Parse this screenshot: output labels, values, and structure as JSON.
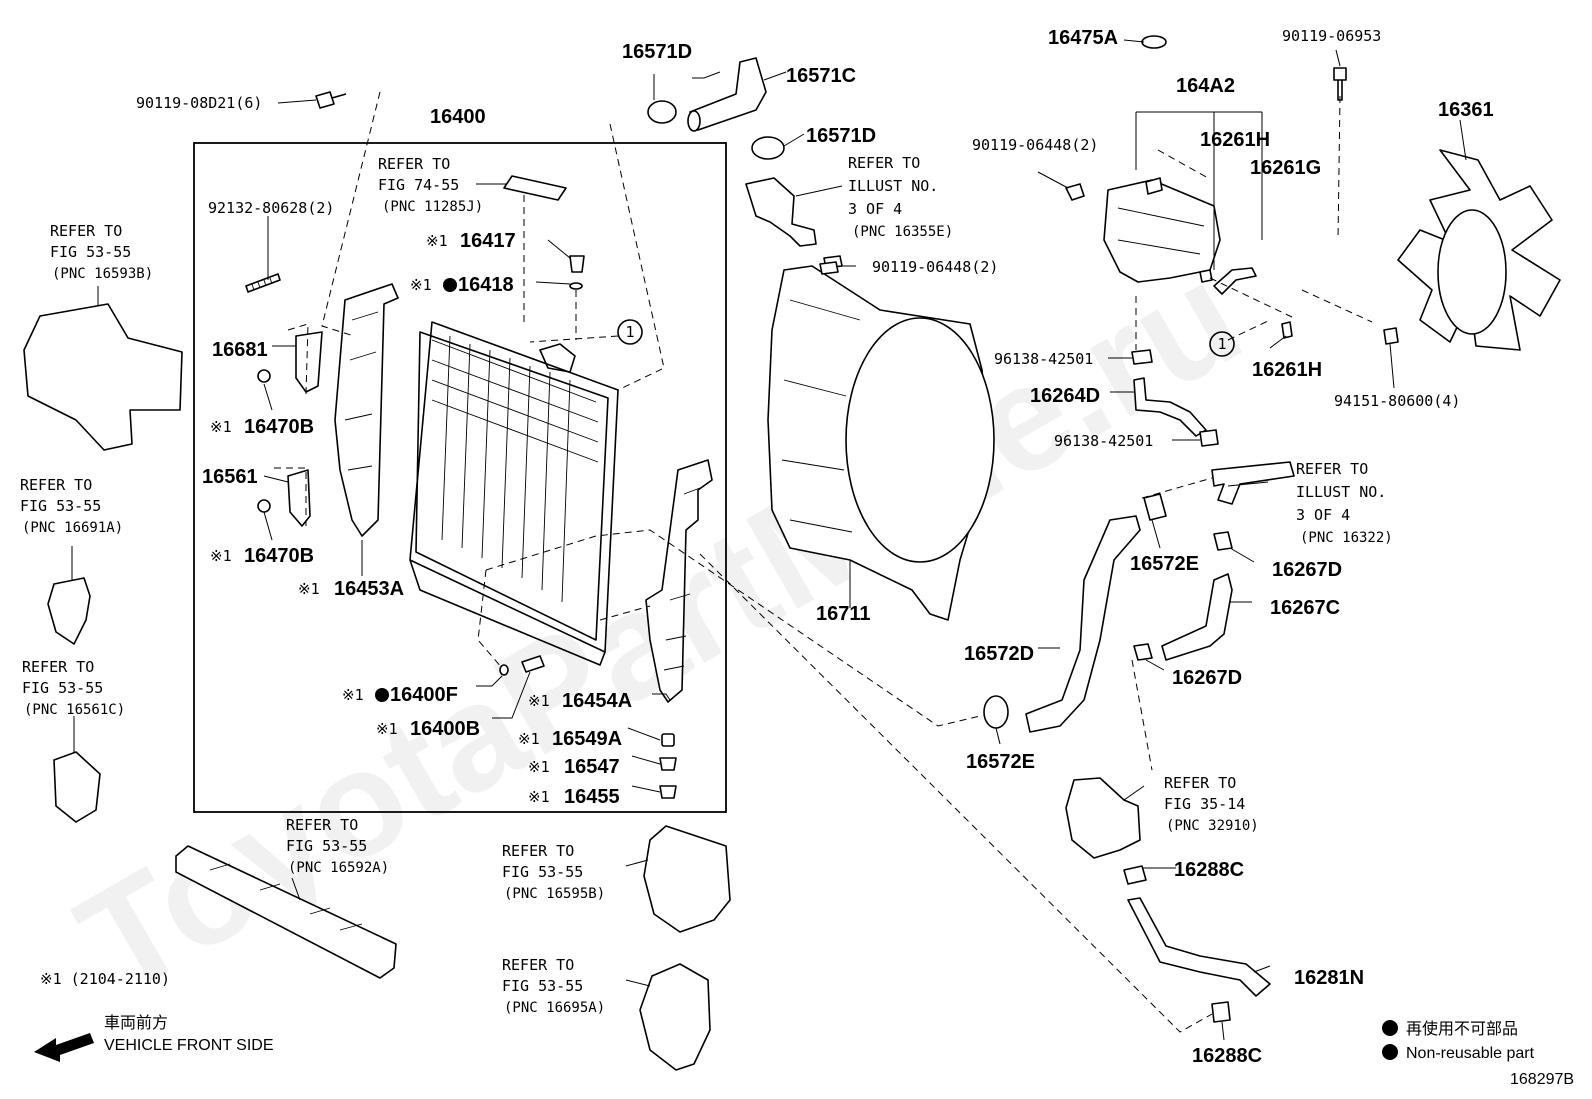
{
  "labels": {
    "p90119_08D21": "90119-08D21(6)",
    "p16400": "16400",
    "p16571D_a": "16571D",
    "p16571C": "16571C",
    "p16571D_b": "16571D",
    "p16475A": "16475A",
    "p90119_06953": "90119-06953",
    "p164A2": "164A2",
    "p16361": "16361",
    "p90119_06448_a": "90119-06448(2)",
    "p16261H_a": "16261H",
    "p16261G": "16261G",
    "p90119_06448_b": "90119-06448(2)",
    "p92132_80628": "92132-80628(2)",
    "p16417": "16417",
    "p16418": "16418",
    "p16681": "16681",
    "p16470B_a": "16470B",
    "p16561": "16561",
    "p16470B_b": "16470B",
    "p16453A": "16453A",
    "p96138_42501_a": "96138-42501",
    "p16261H_b": "16261H",
    "p94151_80600": "94151-80600(4)",
    "p16264D": "16264D",
    "p96138_42501_b": "96138-42501",
    "p16572E_a": "16572E",
    "p16267D_a": "16267D",
    "p16267C": "16267C",
    "p16711": "16711",
    "p16572D": "16572D",
    "p16267D_b": "16267D",
    "p16400F": "16400F",
    "p16454A": "16454A",
    "p16400B": "16400B",
    "p16549A": "16549A",
    "p16547": "16547",
    "p16455": "16455",
    "p16572E_b": "16572E",
    "p16288C_a": "16288C",
    "p16281N": "16281N",
    "p16288C_b": "16288C"
  },
  "refs": {
    "r_fig7455": [
      "REFER TO",
      "FIG 74-55",
      "(PNC 11285J)"
    ],
    "r_16593B": [
      "REFER TO",
      "FIG 53-55",
      "(PNC 16593B)"
    ],
    "r_16691A": [
      "REFER TO",
      "FIG 53-55",
      "(PNC 16691A)"
    ],
    "r_16561C": [
      "REFER TO",
      "FIG 53-55",
      "(PNC 16561C)"
    ],
    "r_16592A": [
      "REFER TO",
      "FIG 53-55",
      "(PNC 16592A)"
    ],
    "r_16595B": [
      "REFER TO",
      "FIG 53-55",
      "(PNC 16595B)"
    ],
    "r_16695A": [
      "REFER TO",
      "FIG 53-55",
      "(PNC 16695A)"
    ],
    "r_16355E": [
      "REFER TO",
      "ILLUST NO.",
      "3 OF 4",
      "(PNC 16355E)"
    ],
    "r_16322": [
      "REFER TO",
      "ILLUST NO.",
      "3 OF 4",
      "(PNC 16322)"
    ],
    "r_32910": [
      "REFER TO",
      "FIG 35-14",
      "(PNC 32910)"
    ]
  },
  "marks": {
    "ref_mark": "※1",
    "circle_one": "1"
  },
  "footnote": "※1 (2104-2110)",
  "front": {
    "jp": "車両前方",
    "en": "VEHICLE FRONT SIDE"
  },
  "legend": {
    "jp": "再使用不可部品",
    "en": "Non-reusable part"
  },
  "figure_id": "168297B",
  "watermark": "ToyotaPartMine.ru"
}
